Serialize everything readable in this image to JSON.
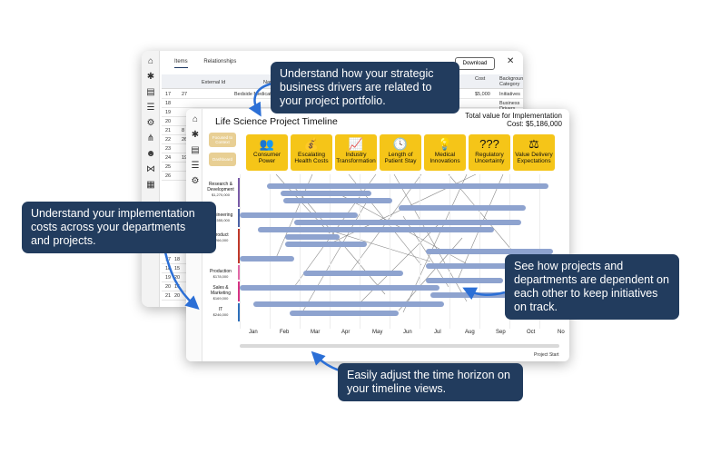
{
  "back_window": {
    "tabs": [
      "Items",
      "Relationships"
    ],
    "download_label": "Download",
    "close_glyph": "✕",
    "headers": {
      "col1": "External Id",
      "col2": "Name",
      "col3": "Cost",
      "col4": "Background Category"
    },
    "rows": [
      {
        "num": "17",
        "id": "27",
        "name": "Bedside Medication V",
        "cost": "$5,000",
        "cat": "Initiatives"
      },
      {
        "num": "18",
        "id": "",
        "name": "",
        "cost": "",
        "cat": "Business Drivers"
      },
      {
        "num": "19",
        "id": "",
        "name": "",
        "cost": "",
        "cat": ""
      },
      {
        "num": "20",
        "id": "",
        "name": "",
        "cost": "",
        "cat": ""
      },
      {
        "num": "21",
        "id": "8",
        "name": "",
        "cost": "",
        "cat": ""
      },
      {
        "num": "22",
        "id": "26",
        "name": "",
        "cost": "",
        "cat": ""
      },
      {
        "num": "23",
        "id": "",
        "name": "",
        "cost": "",
        "cat": ""
      },
      {
        "num": "24",
        "id": "19",
        "name": "",
        "cost": "",
        "cat": ""
      },
      {
        "num": "25",
        "id": "",
        "name": "",
        "cost": "",
        "cat": ""
      },
      {
        "num": "26",
        "id": "",
        "name": "",
        "cost": "",
        "cat": ""
      }
    ],
    "bottom_rows": [
      {
        "num": "17",
        "id": "18"
      },
      {
        "num": "18",
        "id": "15"
      },
      {
        "num": "19",
        "id": "20"
      },
      {
        "num": "20",
        "id": "16"
      },
      {
        "num": "21",
        "id": "20"
      }
    ]
  },
  "front_window": {
    "title": "Life Science Project Timeline",
    "total_label": "Total value for Implementation",
    "total_value": "Cost: $5,186,000",
    "side_buttons": [
      "Focused to Context",
      "Dashboard"
    ],
    "drivers": [
      {
        "label": "Consumer Power",
        "icon": "people-icon",
        "glyph": "👥"
      },
      {
        "label": "Escalating Health Costs",
        "icon": "hand-money-icon",
        "glyph": "💰"
      },
      {
        "label": "Industry Transformation",
        "icon": "growth-icon",
        "glyph": "📈"
      },
      {
        "label": "Length of Patient Stay",
        "icon": "clock-icon",
        "glyph": "🕓"
      },
      {
        "label": "Medical Innovations",
        "icon": "lightbulb-icon",
        "glyph": "💡"
      },
      {
        "label": "Regulatory Uncertainty",
        "icon": "question-icon",
        "glyph": "???"
      },
      {
        "label": "Value Delivery Expectations",
        "icon": "scales-icon",
        "glyph": "⚖"
      }
    ],
    "lanes": [
      {
        "name": "Research & Development",
        "cost": "$1,270,000",
        "color": "#7a5ca8"
      },
      {
        "name": "Engineering",
        "cost": "$3,555,000",
        "color": "#4d63a6"
      },
      {
        "name": "Product",
        "cost": "$266,000",
        "color": "#c0392b"
      },
      {
        "name": "Production",
        "cost": "$178,000",
        "color": "#e26aa8"
      },
      {
        "name": "Sales & Marketing",
        "cost": "$169,000",
        "color": "#d63384"
      },
      {
        "name": "IT",
        "cost": "$246,000",
        "color": "#2e6fba"
      }
    ],
    "months": [
      "Jan",
      "Feb",
      "Mar",
      "Apr",
      "May",
      "Jun",
      "Jul",
      "Aug",
      "Sep",
      "Oct",
      "No"
    ],
    "project_start_label": "Project Start"
  },
  "callouts": {
    "strategic": "Understand how your strategic business drivers are related to your project portfolio.",
    "costs": "Understand your implementation costs across your departments and projects.",
    "dependencies": "See how projects and departments are dependent on each other to keep initiatives on track.",
    "horizon": "Easily adjust the time horizon on your timeline views."
  },
  "colors": {
    "callout_bg": "#223c5e",
    "driver_yellow": "#f5c518",
    "bar": "#8ea3cf",
    "accent_blue": "#2b6fd6"
  }
}
